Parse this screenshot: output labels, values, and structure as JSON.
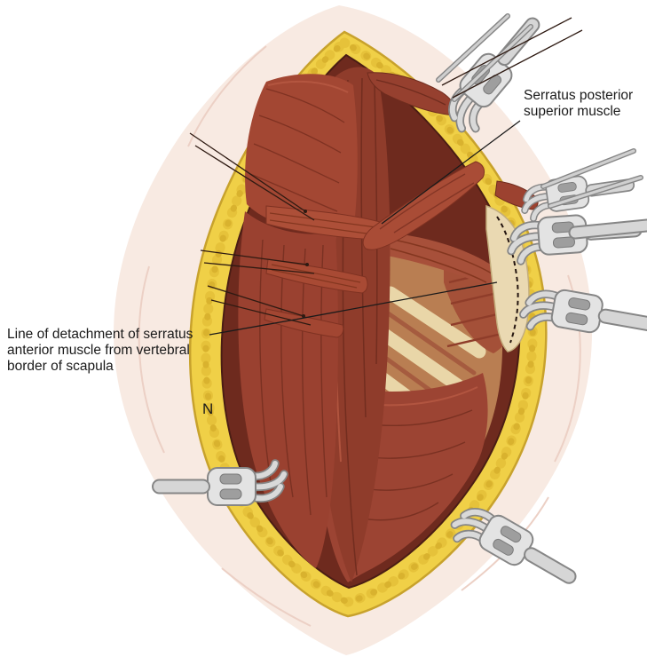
{
  "figure": {
    "kind": "surgical anatomy illustration",
    "description": "Posterolateral thoracotomy exposure with retractors, stay sutures, muscles and rib cage"
  },
  "labels": {
    "serratus_posterior": {
      "line1": "Serratus posterior",
      "line2": "superior muscle"
    },
    "detachment": {
      "line1": "Line of detachment of serratus",
      "line2": "anterior muscle from vertebral",
      "line3": "border of scapula"
    },
    "artist_mark": "N"
  },
  "colors": {
    "background": "#ffffff",
    "skin": "#f8eae2",
    "skin_crease": "#ecd0c5",
    "fat": "#f0d047",
    "fat_lobule": "#e6c23a",
    "wound_shadow": "#6e2a1e",
    "muscle_dark": "#8f3c2b",
    "muscle_mid": "#a34733",
    "muscle_light": "#b85a43",
    "bone": "#ead9b2",
    "rib": "#e9d6a8",
    "intercostal": "#b97e52",
    "retractor": "#e3e3e3",
    "suture": "#2e1a12",
    "leader_line": "#1a1a1a"
  }
}
